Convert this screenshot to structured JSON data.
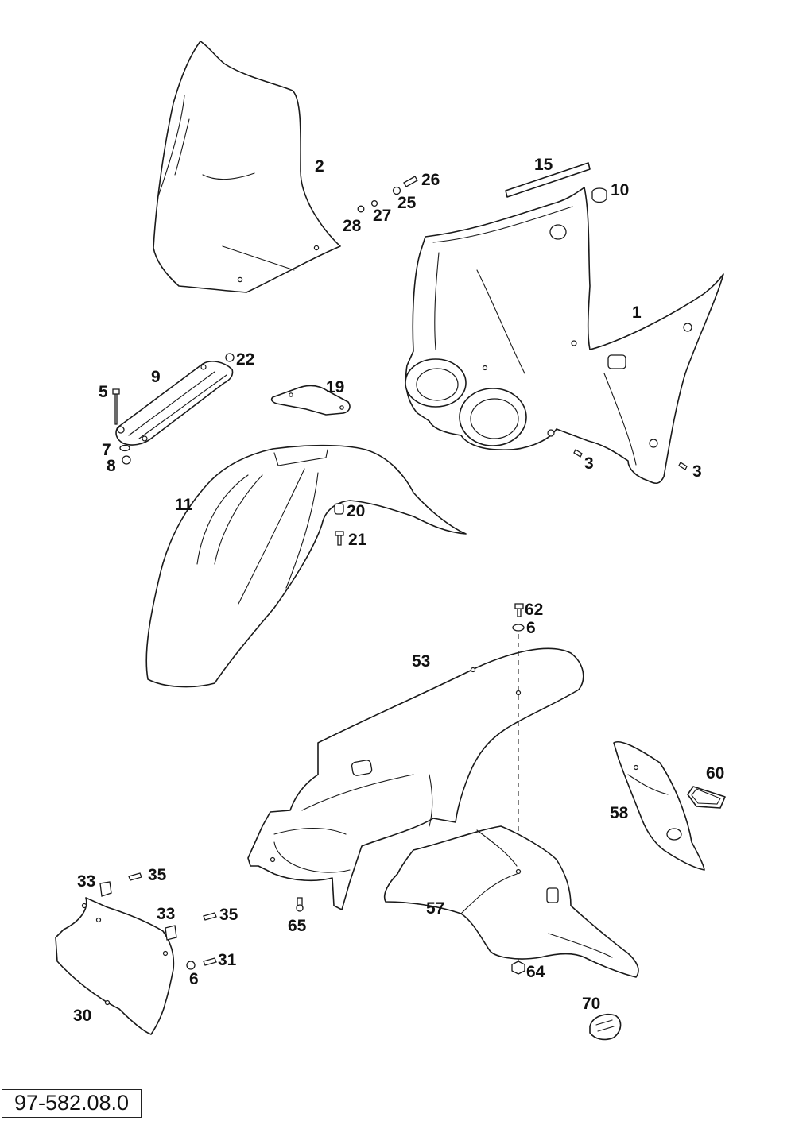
{
  "drawing_number": "97-582.08.0",
  "callouts": {
    "c1": "1",
    "c2": "2",
    "c3a": "3",
    "c3b": "3",
    "c5": "5",
    "c6a": "6",
    "c6b": "6",
    "c7": "7",
    "c8": "8",
    "c9": "9",
    "c10": "10",
    "c11": "11",
    "c15": "15",
    "c19": "19",
    "c20": "20",
    "c21": "21",
    "c22": "22",
    "c25": "25",
    "c26": "26",
    "c27": "27",
    "c28": "28",
    "c30": "30",
    "c31": "31",
    "c33a": "33",
    "c33b": "33",
    "c35a": "35",
    "c35b": "35",
    "c53": "53",
    "c57": "57",
    "c58": "58",
    "c60": "60",
    "c62": "62",
    "c64": "64",
    "c65": "65",
    "c70": "70"
  }
}
